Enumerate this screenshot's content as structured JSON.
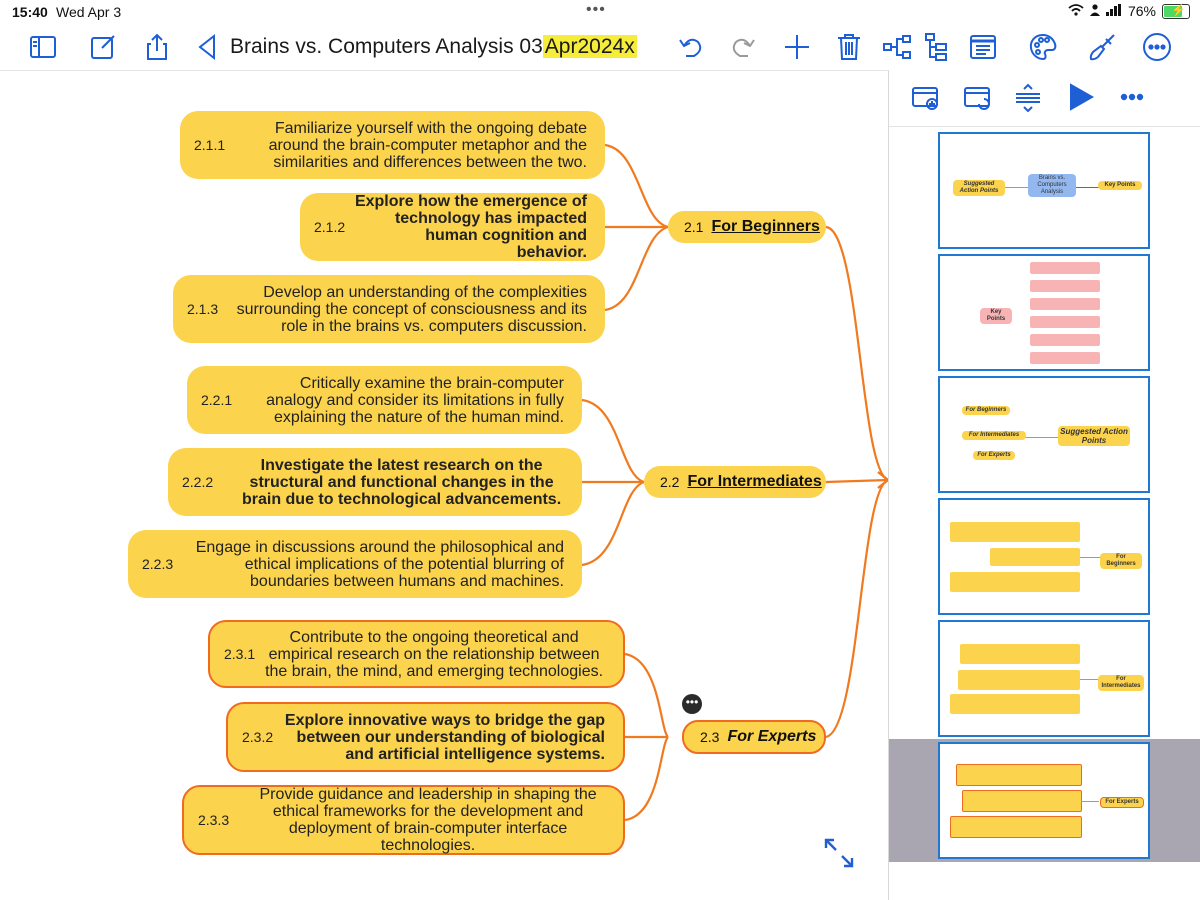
{
  "status": {
    "time": "15:40",
    "date": "Wed Apr 3",
    "battery": "76%"
  },
  "toolbar": {
    "title_main": "Brains vs. Computers Analysis 03",
    "title_highlight": "Apr2024x",
    "icons": [
      "sidebar-icon",
      "edit-icon",
      "share-icon",
      "back-icon",
      "undo-icon",
      "redo-icon",
      "add-icon",
      "trash-icon",
      "node-tree-icon",
      "outline-icon",
      "notes-icon",
      "palette-icon",
      "brush-icon",
      "more-icon"
    ]
  },
  "mindmap": {
    "branches": [
      {
        "num": "2.1",
        "label": "For Beginners",
        "items": [
          {
            "num": "2.1.1",
            "text": "Familiarize yourself with the ongoing debate around the brain-computer metaphor and the similarities and differences between the two.",
            "bold": false
          },
          {
            "num": "2.1.2",
            "text": "Explore how the emergence of technology has impacted human cognition and behavior.",
            "bold": true
          },
          {
            "num": "2.1.3",
            "text": "Develop an understanding of the complexities surrounding the concept of consciousness and its role in the brains vs. computers discussion.",
            "bold": false
          }
        ]
      },
      {
        "num": "2.2",
        "label": "For Intermediates",
        "items": [
          {
            "num": "2.2.1",
            "text": "Critically examine the brain-computer analogy and consider its limitations in fully explaining the nature of the human mind.",
            "bold": false
          },
          {
            "num": "2.2.2",
            "text": "Investigate the latest research on the structural and functional changes in the brain due to technological advancements.",
            "bold": true
          },
          {
            "num": "2.2.3",
            "text": "Engage in discussions around the philosophical and ethical implications of the potential blurring of boundaries between humans and machines.",
            "bold": false
          }
        ]
      },
      {
        "num": "2.3",
        "label": "For Experts",
        "items": [
          {
            "num": "2.3.1",
            "text": "Contribute to the ongoing theoretical and empirical research on the relationship between the brain, the mind, and emerging technologies.",
            "bold": false
          },
          {
            "num": "2.3.2",
            "text": "Explore innovative ways to bridge the gap between our understanding of biological and artificial intelligence systems.",
            "bold": true
          },
          {
            "num": "2.3.3",
            "text": "Provide guidance and leadership in shaping the ethical frameworks for the development and deployment of brain-computer interface technologies.",
            "bold": false
          }
        ]
      }
    ]
  },
  "sidebar": {
    "thumbnails": [
      {
        "labels": [
          "Suggested Action Points",
          "Brains vs. Computers Analysis",
          "Key Points"
        ]
      },
      {
        "labels": [
          "Key Points"
        ]
      },
      {
        "labels": [
          "For Beginners",
          "For Intermediates",
          "For Experts",
          "Suggested Action Points"
        ]
      },
      {
        "labels": [
          "For Beginners"
        ]
      },
      {
        "labels": [
          "For Intermediates"
        ]
      },
      {
        "labels": [
          "For Experts"
        ]
      }
    ]
  }
}
